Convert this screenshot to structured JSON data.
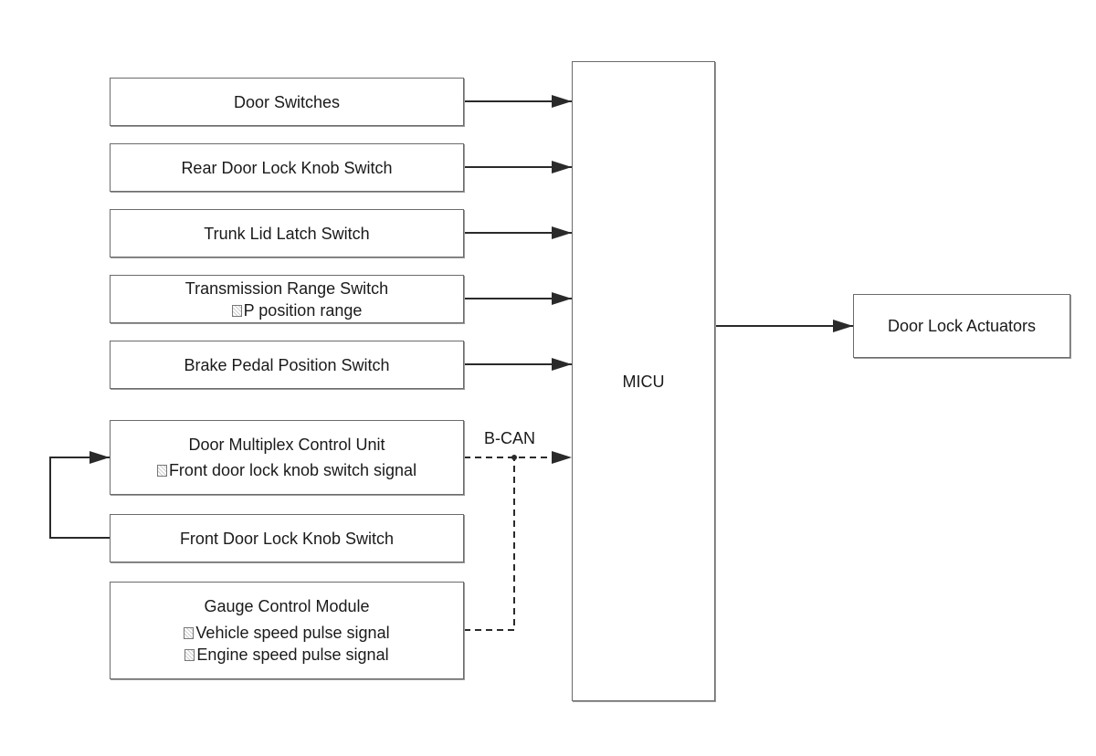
{
  "inputs": {
    "door_switches": "Door Switches",
    "rear_knob": "Rear Door Lock Knob Switch",
    "trunk_latch": "Trunk Lid Latch Switch",
    "trans_range": "Transmission Range Switch",
    "trans_range_note": "P position range",
    "brake_pedal": "Brake Pedal Position Switch",
    "door_mux": "Door Multiplex Control Unit",
    "door_mux_note": "Front door lock knob switch signal",
    "front_knob": "Front Door Lock Knob Switch",
    "gauge": "Gauge Control Module",
    "gauge_note_1": "Vehicle speed pulse signal",
    "gauge_note_2": "Engine speed pulse signal"
  },
  "micu": "MICU",
  "output": "Door Lock Actuators",
  "bus_label": "B-CAN"
}
